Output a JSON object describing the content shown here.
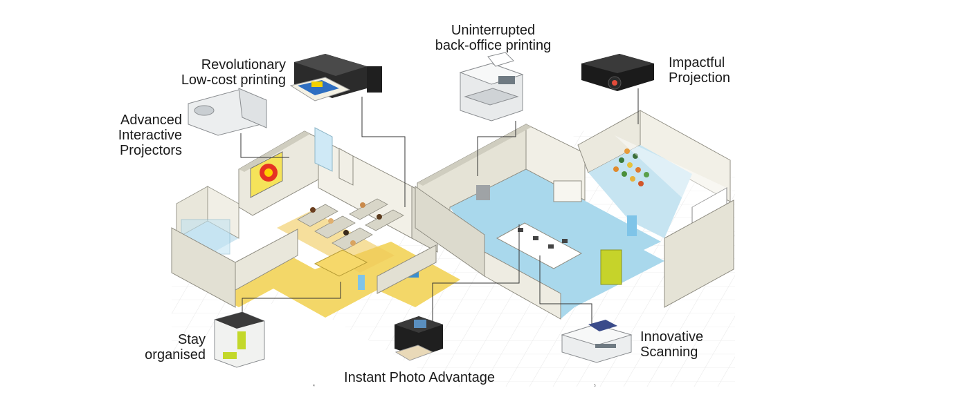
{
  "callouts": {
    "revolutionary": {
      "line1": "Revolutionary",
      "line2": "Low-cost printing",
      "icon": "ecotank-printer-icon"
    },
    "uninterrupted": {
      "line1": "Uninterrupted",
      "line2": "back-office printing",
      "icon": "business-printer-icon"
    },
    "impactful": {
      "line1": "Impactful",
      "line2": "Projection",
      "icon": "projector-icon"
    },
    "advanced": {
      "line1": "Advanced",
      "line2": "Interactive",
      "line3": "Projectors",
      "icon": "interactive-projector-icon"
    },
    "stay": {
      "line1": "Stay",
      "line2": "organised",
      "icon": "label-printer-icon"
    },
    "photo": {
      "line1": "Instant Photo Advantage",
      "icon": "photo-printer-icon"
    },
    "scanning": {
      "line1": "Innovative",
      "line2": "Scanning",
      "icon": "document-scanner-icon"
    }
  },
  "page_numbers": {
    "left": "4",
    "right": "5"
  },
  "colors": {
    "yellow_floor": "#f3d768",
    "blue_floor": "#a9d8ec",
    "wall": "#e9e7db",
    "wall_top": "#d4d2c4",
    "grid": "#e6e6e6",
    "leader": "#333333"
  }
}
